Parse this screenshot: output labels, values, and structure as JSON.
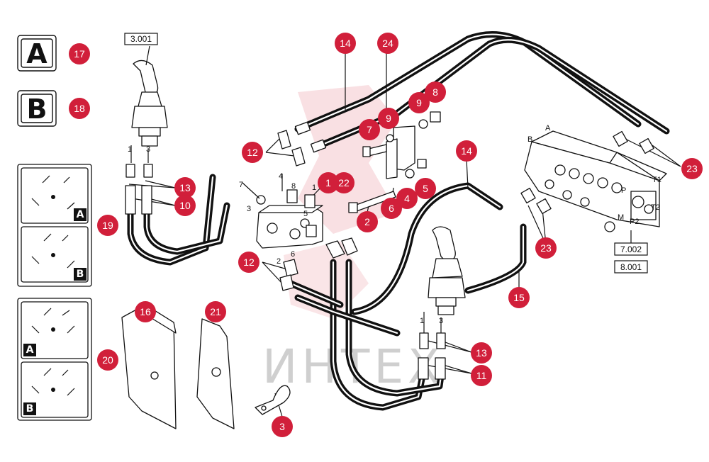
{
  "references": {
    "joystick_left": "3.001",
    "valve_bank_top": "7.002",
    "valve_bank_bottom": "8.001"
  },
  "key_letters": {
    "a": "A",
    "b": "B"
  },
  "watermark_text": "ИНТЕХ",
  "port_labels": {
    "block_7": "7",
    "block_8": "8",
    "block_1": "1",
    "block_3": "3",
    "block_5": "5",
    "block_2": "2",
    "block_6": "6",
    "block_4": "4",
    "joy_left_1": "1",
    "joy_left_3": "3",
    "joy_right_1": "1",
    "joy_right_3": "3",
    "valve_A": "A",
    "valve_B": "B",
    "valve_T1": "T1",
    "valve_T2": "T2",
    "valve_P": "P",
    "valve_M": "M",
    "valve_P2": "P2"
  },
  "callouts": [
    {
      "id": "c17",
      "label": "17"
    },
    {
      "id": "c18",
      "label": "18"
    },
    {
      "id": "c14a",
      "label": "14"
    },
    {
      "id": "c24",
      "label": "24"
    },
    {
      "id": "c8",
      "label": "8"
    },
    {
      "id": "c9a",
      "label": "9"
    },
    {
      "id": "c9b",
      "label": "9"
    },
    {
      "id": "c7",
      "label": "7"
    },
    {
      "id": "c12a",
      "label": "12"
    },
    {
      "id": "c1",
      "label": "1"
    },
    {
      "id": "c22",
      "label": "22"
    },
    {
      "id": "c13a",
      "label": "13"
    },
    {
      "id": "c10",
      "label": "10"
    },
    {
      "id": "c19",
      "label": "19"
    },
    {
      "id": "c14b",
      "label": "14"
    },
    {
      "id": "c4",
      "label": "4"
    },
    {
      "id": "c5",
      "label": "5"
    },
    {
      "id": "c6",
      "label": "6"
    },
    {
      "id": "c2",
      "label": "2"
    },
    {
      "id": "c23a",
      "label": "23"
    },
    {
      "id": "c23b",
      "label": "23"
    },
    {
      "id": "c12b",
      "label": "12"
    },
    {
      "id": "c15",
      "label": "15"
    },
    {
      "id": "c16",
      "label": "16"
    },
    {
      "id": "c21",
      "label": "21"
    },
    {
      "id": "c20",
      "label": "20"
    },
    {
      "id": "c13b",
      "label": "13"
    },
    {
      "id": "c11",
      "label": "11"
    },
    {
      "id": "c3",
      "label": "3"
    }
  ]
}
